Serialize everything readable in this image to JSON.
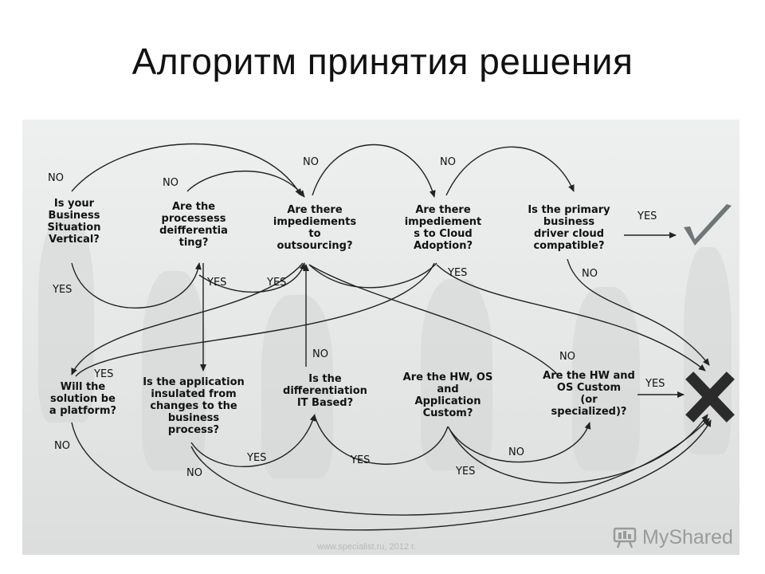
{
  "slide": {
    "title": "Алгоритм принятия решения"
  },
  "questions": {
    "q1": "Is your\nBusiness\nSituation\nVertical?",
    "q2": "Are the\nprocessess\ndeifferentia\nting?",
    "q3": "Are there\nimpediements\nto\noutsourcing?",
    "q4": "Are there\nimpediement\ns to Cloud\nAdoption?",
    "q5": "Is the primary\nbusiness\ndriver cloud\ncompatible?",
    "q6": "Will the\nsolution be\na platform?",
    "q7": "Is the application\ninsulated from\nchanges to the\nbusiness\nprocess?",
    "q8": "Is the\ndifferentiation\nIT Based?",
    "q9": "Are the HW, OS\nand\nApplication\nCustom?",
    "q10": "Are the HW and\nOS Custom\n(or\nspecialized)?"
  },
  "labels": {
    "no": "NO",
    "yes": "YES"
  },
  "outcomes": {
    "accept": "check-mark",
    "reject": "x-mark"
  },
  "footer": {
    "source": "www.specialist.ru, 2012 г."
  },
  "logo": {
    "text": "MyShared"
  }
}
